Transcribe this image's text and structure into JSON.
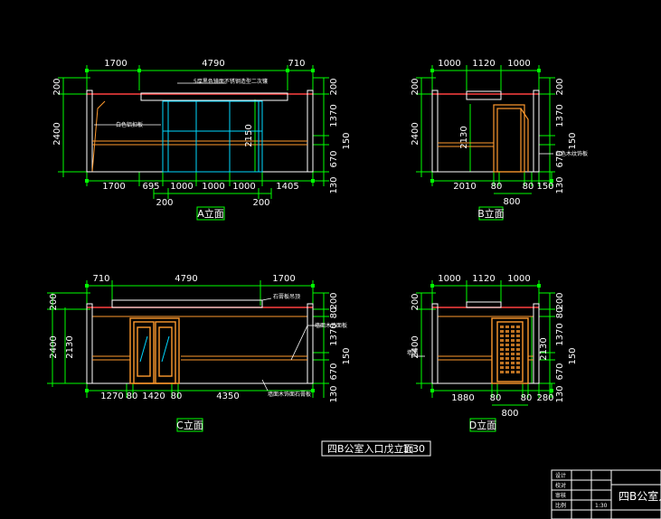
{
  "colors": {
    "background": "#000000",
    "dimension_line": "#00ff00",
    "wall": "#ffffff",
    "door": "#ff9a2e",
    "glass": "#00d7ff",
    "ceiling": "#ff4040",
    "text": "#ffffff"
  },
  "drawing_title": "四B公室入口戊立面",
  "drawing_scale": "1:30",
  "elevations": {
    "a": {
      "label": "A立面",
      "top_dims": [
        "1700",
        "4790",
        "710"
      ],
      "bottom_dims": [
        "1700",
        "695",
        "1000",
        "1000",
        "1000",
        "1405"
      ],
      "sub_dims": [
        "200",
        "200"
      ],
      "left_dims": [
        "200",
        "2400"
      ],
      "right_dims": [
        "200",
        "1370",
        "150",
        "670",
        "130"
      ],
      "inner_dim": "2150",
      "notes": [
        "5厚黑色镜面不锈钢造型二次镶",
        "白色铝扣板"
      ]
    },
    "b": {
      "label": "B立面",
      "top_dims": [
        "1000",
        "1120",
        "1000"
      ],
      "bottom_dims": [
        "2010",
        "80",
        "80",
        "150"
      ],
      "sub_dims": [
        "800"
      ],
      "left_dims": [
        "200",
        "2400"
      ],
      "right_dims": [
        "200",
        "1370",
        "150",
        "670",
        "130"
      ],
      "inner_dim": "2130",
      "notes": [
        "白色木纹饰板"
      ]
    },
    "c": {
      "label": "C立面",
      "top_dims": [
        "710",
        "4790",
        "1700"
      ],
      "bottom_dims": [
        "1270",
        "80",
        "1420",
        "80",
        "4350"
      ],
      "left_dims": [
        "200",
        "2400",
        "2130"
      ],
      "right_dims": [
        "200",
        "80",
        "1370",
        "150",
        "670",
        "130"
      ],
      "notes": [
        "石膏板吊顶",
        "墙面木饰面板",
        "墙面木饰面石膏板"
      ]
    },
    "d": {
      "label": "D立面",
      "top_dims": [
        "1000",
        "1120",
        "1000"
      ],
      "bottom_dims": [
        "1880",
        "80",
        "80",
        "280"
      ],
      "sub_dims": [
        "800"
      ],
      "left_dims": [
        "200",
        "2400"
      ],
      "right_dims": [
        "200",
        "80",
        "1370",
        "150",
        "670",
        "130"
      ],
      "inner_dim": "2130",
      "notes": [
        "墙面"
      ]
    }
  },
  "title_block": {
    "title": "四B公室入口",
    "labels": [
      "设计",
      "校对",
      "审核",
      "比例",
      "1:30"
    ]
  }
}
